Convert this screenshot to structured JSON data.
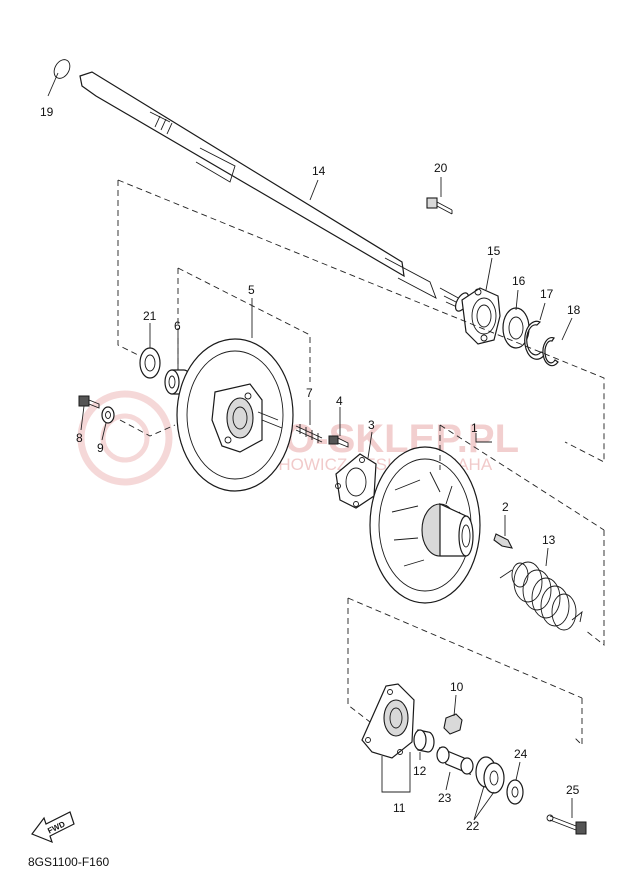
{
  "callouts": {
    "c1": "1",
    "c2": "2",
    "c3": "3",
    "c4": "4",
    "c5": "5",
    "c6": "6",
    "c7": "7",
    "c8": "8",
    "c9": "9",
    "c10": "10",
    "c11": "11",
    "c12": "12",
    "c13": "13",
    "c14": "14",
    "c15": "15",
    "c16": "16",
    "c17": "17",
    "c18": "18",
    "c19": "19",
    "c20": "20",
    "c21": "21",
    "c22": "22",
    "c23": "23",
    "c24": "24",
    "c25": "25"
  },
  "diagram_code": "8GS1100-F160",
  "fwd_label": "FWD",
  "watermark": {
    "line1": "MOTO-SKLEP.PL",
    "line2": "WOJCIECHOWICZ DESIGN YAMAHA"
  }
}
